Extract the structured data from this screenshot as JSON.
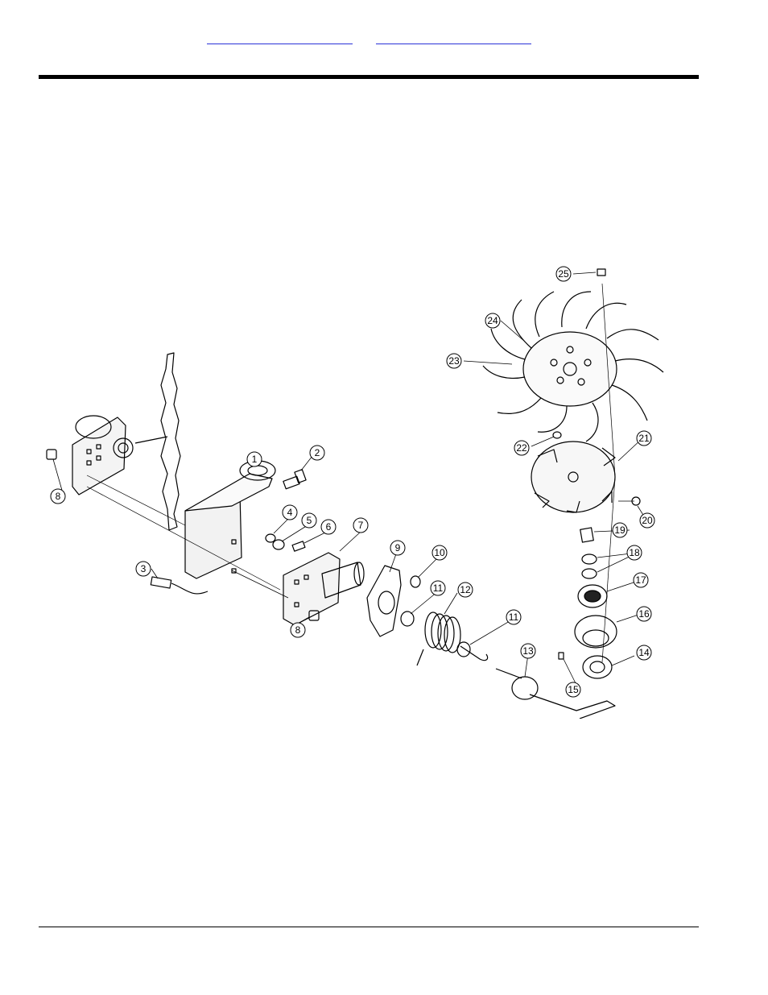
{
  "header": {
    "link_a": "",
    "link_b": ""
  },
  "diagram": {
    "callouts": [
      "1",
      "2",
      "3",
      "4",
      "5",
      "6",
      "7",
      "8",
      "8",
      "9",
      "10",
      "11",
      "11",
      "12",
      "13",
      "14",
      "15",
      "16",
      "17",
      "18",
      "19",
      "20",
      "21",
      "22",
      "23",
      "24",
      "25"
    ]
  }
}
